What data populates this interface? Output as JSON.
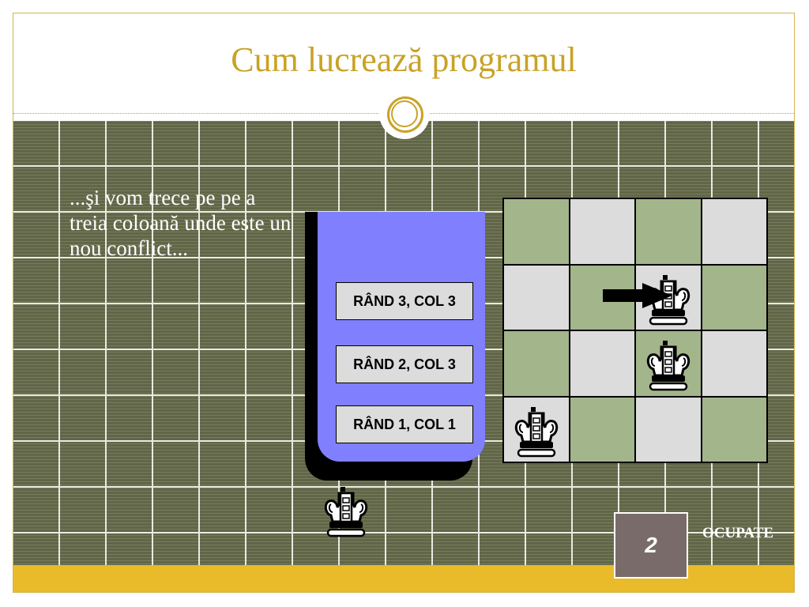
{
  "slide": {
    "title": "Cum lucrează programul",
    "body_text": "...şi vom trece pe pe a treia coloană unde este un nou conflict...",
    "colors": {
      "title": "#c9a227",
      "background": "#616647",
      "bottom_bar": "#e9ba2a",
      "stack": "#8080ff",
      "board_dark": "#a3b58b",
      "board_light": "#dcdcdc",
      "counter": "#7a6b6b"
    }
  },
  "stack": {
    "items": [
      {
        "label": "RÂND 3, COL 3"
      },
      {
        "label": "RÂND 2, COL 3"
      },
      {
        "label": "RÂND 1, COL 1"
      }
    ]
  },
  "board": {
    "rows": 4,
    "cols": 4,
    "queens": [
      {
        "row": 2,
        "col": 3,
        "icon": "queen-icon",
        "arrow": true
      },
      {
        "row": 3,
        "col": 3,
        "icon": "queen-icon"
      },
      {
        "row": 4,
        "col": 1,
        "icon": "queen-icon"
      }
    ]
  },
  "spare_queen": {
    "icon": "queen-icon"
  },
  "counter": {
    "value": "2",
    "label": "OCUPATE"
  }
}
